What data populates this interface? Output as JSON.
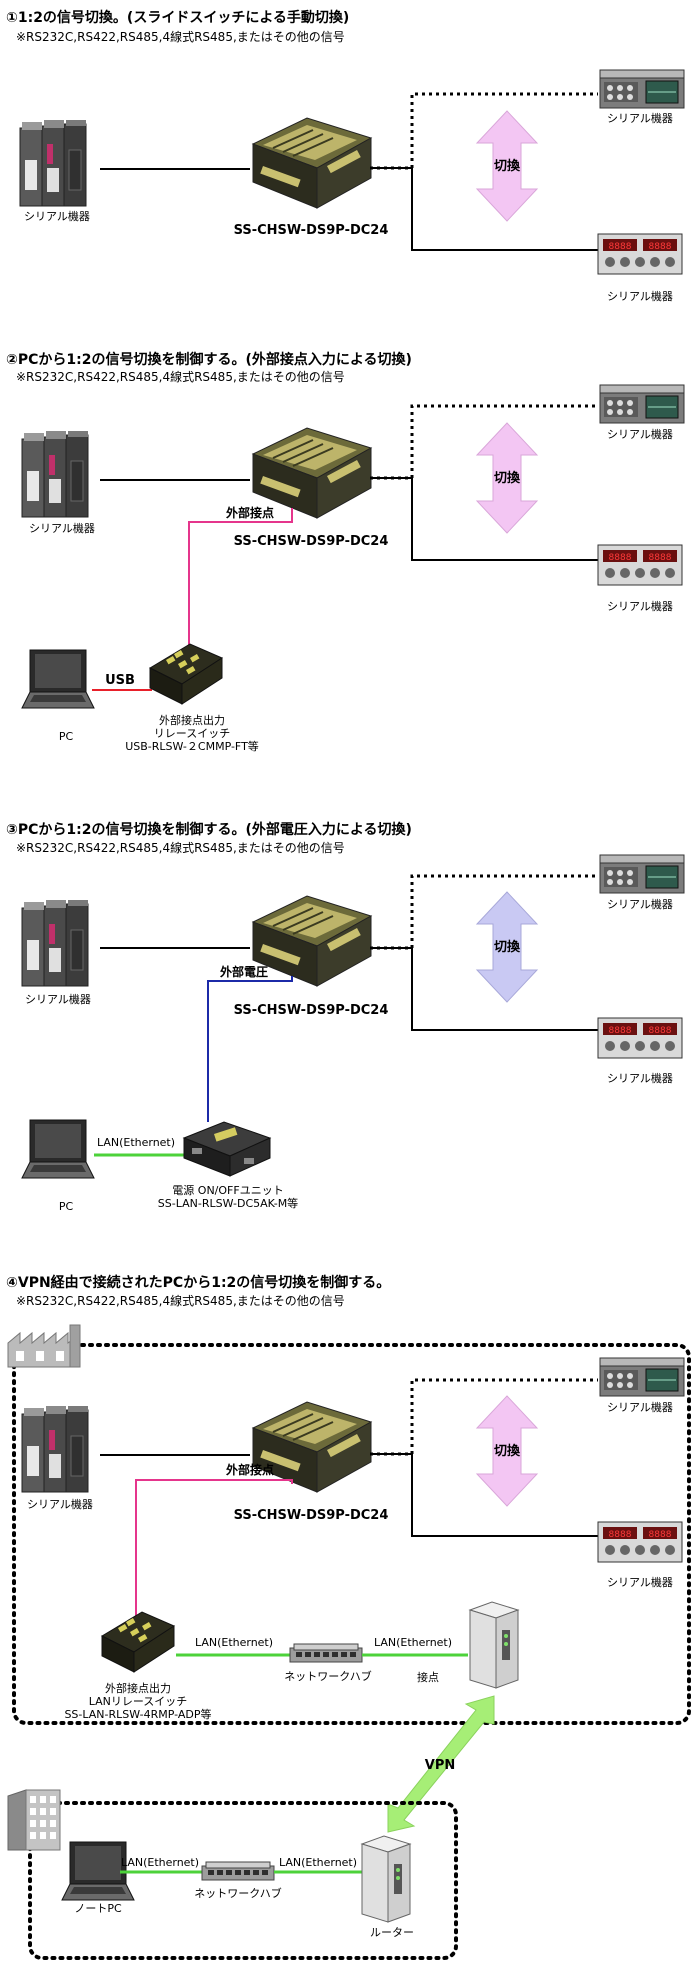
{
  "sections": [
    {
      "title": "①1:2の信号切換。(スライドスイッチによる手動切換)",
      "subtitle": "※RS232C,RS422,RS485,4線式RS485,またはその他の信号",
      "left_device_label": "シリアル機器",
      "main_device_label": "SS-CHSW-DS9P-DC24",
      "right_top_label": "シリアル機器",
      "right_bottom_label": "シリアル機器",
      "switch_label": "切換"
    },
    {
      "title": "②PCから1:2の信号切換を制御する。(外部接点入力による切換)",
      "subtitle": "※RS232C,RS422,RS485,4線式RS485,またはその他の信号",
      "left_device_label": "シリアル機器",
      "main_device_label": "SS-CHSW-DS9P-DC24",
      "right_top_label": "シリアル機器",
      "right_bottom_label": "シリアル機器",
      "switch_label": "切換",
      "ext_label": "外部接点",
      "pc_label": "PC",
      "link_label": "USB",
      "relay_line1": "外部接点出力",
      "relay_line2": "リレースイッチ",
      "relay_line3": "USB-RLSW-２CMMP-FT等"
    },
    {
      "title": "③PCから1:2の信号切換を制御する。(外部電圧入力による切換)",
      "subtitle": "※RS232C,RS422,RS485,4線式RS485,またはその他の信号",
      "left_device_label": "シリアル機器",
      "main_device_label": "SS-CHSW-DS9P-DC24",
      "right_top_label": "シリアル機器",
      "right_bottom_label": "シリアル機器",
      "switch_label": "切換",
      "ext_label": "外部電圧",
      "pc_label": "PC",
      "link_label": "LAN(Ethernet)",
      "unit_line1": "電源 ON/OFFユニット",
      "unit_line2": "SS-LAN-RLSW-DC5AK-M等"
    },
    {
      "title": "④VPN経由で接続されたPCから1:2の信号切換を制御する。",
      "subtitle": "※RS232C,RS422,RS485,4線式RS485,またはその他の信号",
      "left_device_label": "シリアル機器",
      "main_device_label": "SS-CHSW-DS9P-DC24",
      "right_top_label": "シリアル機器",
      "right_bottom_label": "シリアル機器",
      "switch_label": "切換",
      "ext_label": "外部接点",
      "lan_a": "LAN(Ethernet)",
      "lan_b": "LAN(Ethernet)",
      "hub_label": "ネットワークハブ",
      "contact_label": "接点",
      "relay_line1": "外部接点出力",
      "relay_line2": "LANリレースイッチ",
      "relay_line3": "SS-LAN-RLSW-4RMP-ADP等",
      "vpn_label": "VPN",
      "remote_lan_a": "LAN(Ethernet)",
      "remote_lan_b": "LAN(Ethernet)",
      "remote_hub_label": "ネットワークハブ",
      "notepc_label": "ノートPC",
      "router_label": "ルーター"
    }
  ],
  "colors": {
    "switch_pink": "#f3c6f3",
    "switch_blue": "#c9c9f3",
    "usb_red": "#e8202a",
    "contact_magenta": "#e5358c",
    "voltage_blue": "#1c2aa8",
    "lan_green": "#4cd23a",
    "vpn_green": "#a6ee76"
  }
}
